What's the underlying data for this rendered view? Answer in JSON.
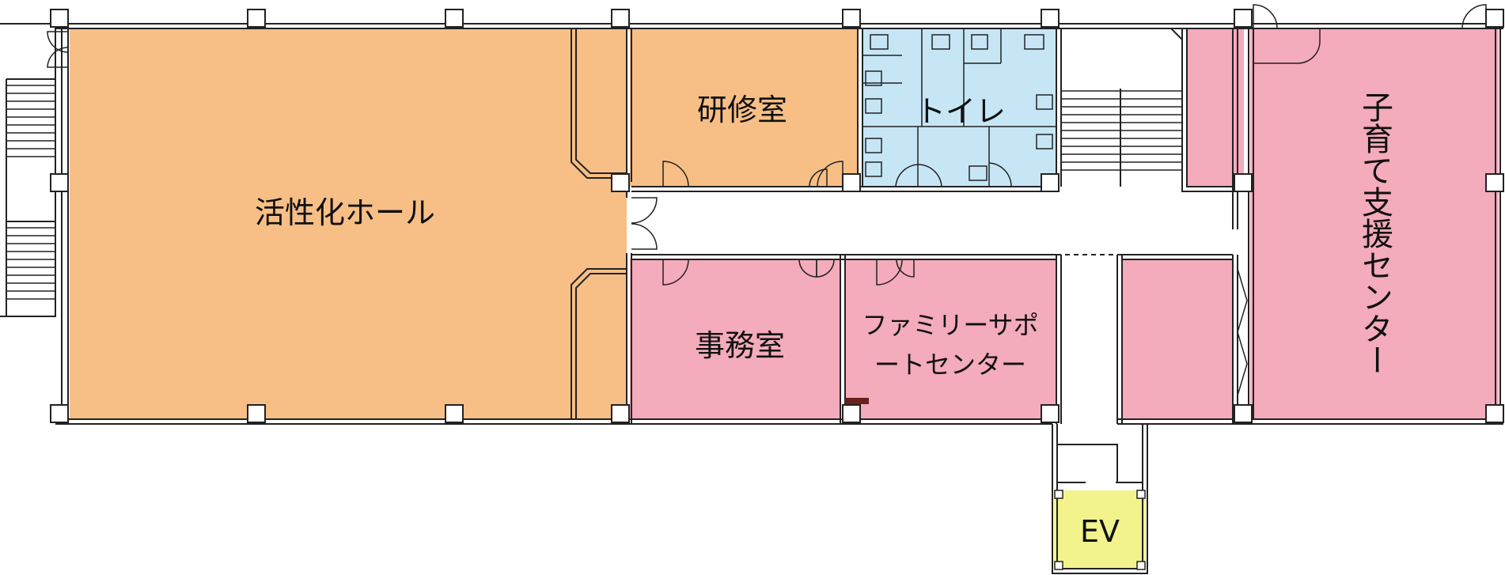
{
  "colors": {
    "hall": "#F7BF86",
    "office": "#F4ABBC",
    "toilet": "#C6E6F6",
    "elevator": "#F3F38E",
    "wall": "#222222",
    "background": "#FFFFFF"
  },
  "rooms": {
    "hall": {
      "label": "活性化ホール"
    },
    "training": {
      "label": "研修室"
    },
    "toilet": {
      "label": "トイレ"
    },
    "office": {
      "label": "事務室"
    },
    "family_support": {
      "line1": "ファミリーサポ",
      "line2": "ートセンター"
    },
    "childcare": {
      "label": "子育て支援センター"
    },
    "elevator": {
      "label": "EV"
    },
    "side_room": {
      "label": ""
    }
  }
}
